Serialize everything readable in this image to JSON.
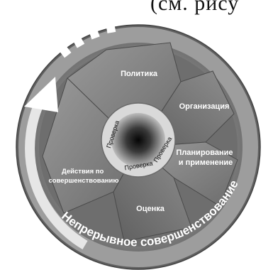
{
  "header_fragment": "(см. рису",
  "diagram": {
    "segments": [
      {
        "label_lines": [
          "Политика"
        ]
      },
      {
        "label_lines": [
          "Организация"
        ]
      },
      {
        "label_lines": [
          "Планирование",
          "и применение"
        ]
      },
      {
        "label_lines": [
          "Оценка"
        ]
      },
      {
        "label_lines": [
          "Действия по",
          "совершенствованию"
        ]
      }
    ],
    "center_labels": [
      "Проверка",
      "Проверка",
      "Проверка"
    ],
    "ring_text": "Непрерывное совершенствование"
  }
}
